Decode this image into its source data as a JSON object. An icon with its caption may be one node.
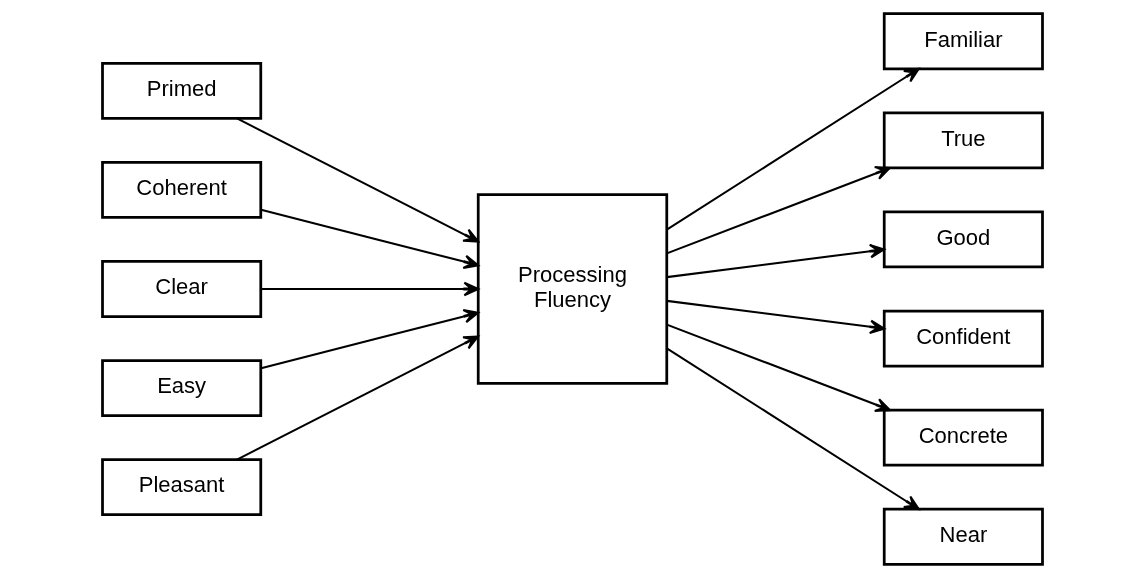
{
  "diagram": {
    "nodes": [
      {
        "text": [
          "Primed"
        ]
      },
      {
        "text": [
          "Coherent"
        ]
      },
      {
        "text": [
          "Clear"
        ]
      },
      {
        "text": [
          "Easy"
        ]
      },
      {
        "text": [
          "Pleasant"
        ]
      },
      {
        "text": [
          "Processing Fluency"
        ]
      },
      {
        "text": [
          "Familiar"
        ]
      },
      {
        "text": [
          "True"
        ]
      },
      {
        "text": [
          "Good"
        ]
      },
      {
        "text": [
          "Confident"
        ]
      },
      {
        "text": [
          "Concrete"
        ]
      },
      {
        "text": [
          "Near"
        ]
      }
    ],
    "edges": [
      {
        "from": 0,
        "to": 5,
        "arrow": "to"
      },
      {
        "from": 1,
        "to": 5,
        "arrow": "to"
      },
      {
        "from": 2,
        "to": 5,
        "arrow": "to"
      },
      {
        "from": 3,
        "to": 5,
        "arrow": "to"
      },
      {
        "from": 4,
        "to": 5,
        "arrow": "to"
      },
      {
        "from": 5,
        "to": 6,
        "arrow": "to"
      },
      {
        "from": 5,
        "to": 7,
        "arrow": "to"
      },
      {
        "from": 5,
        "to": 8,
        "arrow": "to"
      },
      {
        "from": 5,
        "to": 9,
        "arrow": "to"
      },
      {
        "from": 5,
        "to": 10,
        "arrow": "to"
      },
      {
        "from": 5,
        "to": 11,
        "arrow": "to"
      }
    ]
  }
}
